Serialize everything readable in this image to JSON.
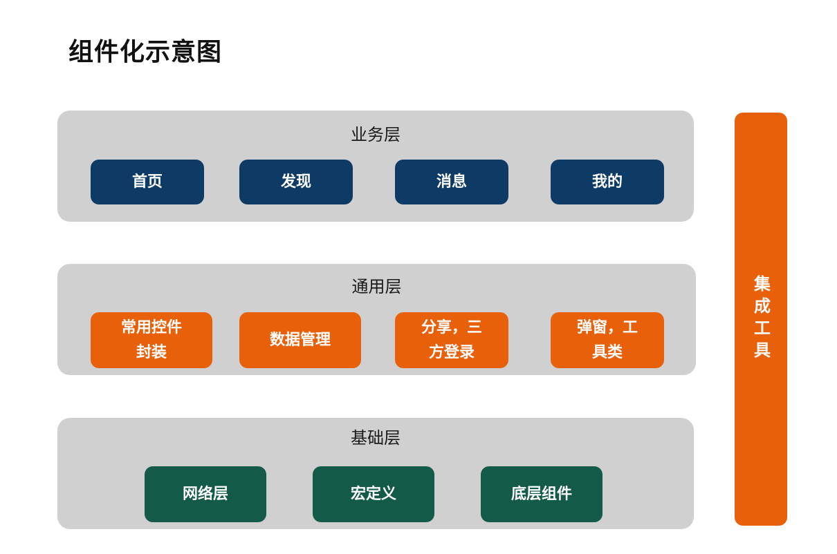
{
  "title": "组件化示意图",
  "layers": [
    {
      "title": "业务层",
      "items": [
        "首页",
        "发现",
        "消息",
        "我的"
      ]
    },
    {
      "title": "通用层",
      "items": [
        "常用控件\n封装",
        "数据管理",
        "分享，三\n方登录",
        "弹窗，工\n具类"
      ]
    },
    {
      "title": "基础层",
      "items": [
        "网络层",
        "宏定义",
        "底层组件"
      ]
    }
  ],
  "side_bar": {
    "label": "集成工具"
  },
  "colors": {
    "layer_background": "#d0d0d0",
    "business_box": "#0d3b66",
    "common_box": "#e8610a",
    "base_box": "#145a48",
    "side_bar": "#e8610a"
  }
}
